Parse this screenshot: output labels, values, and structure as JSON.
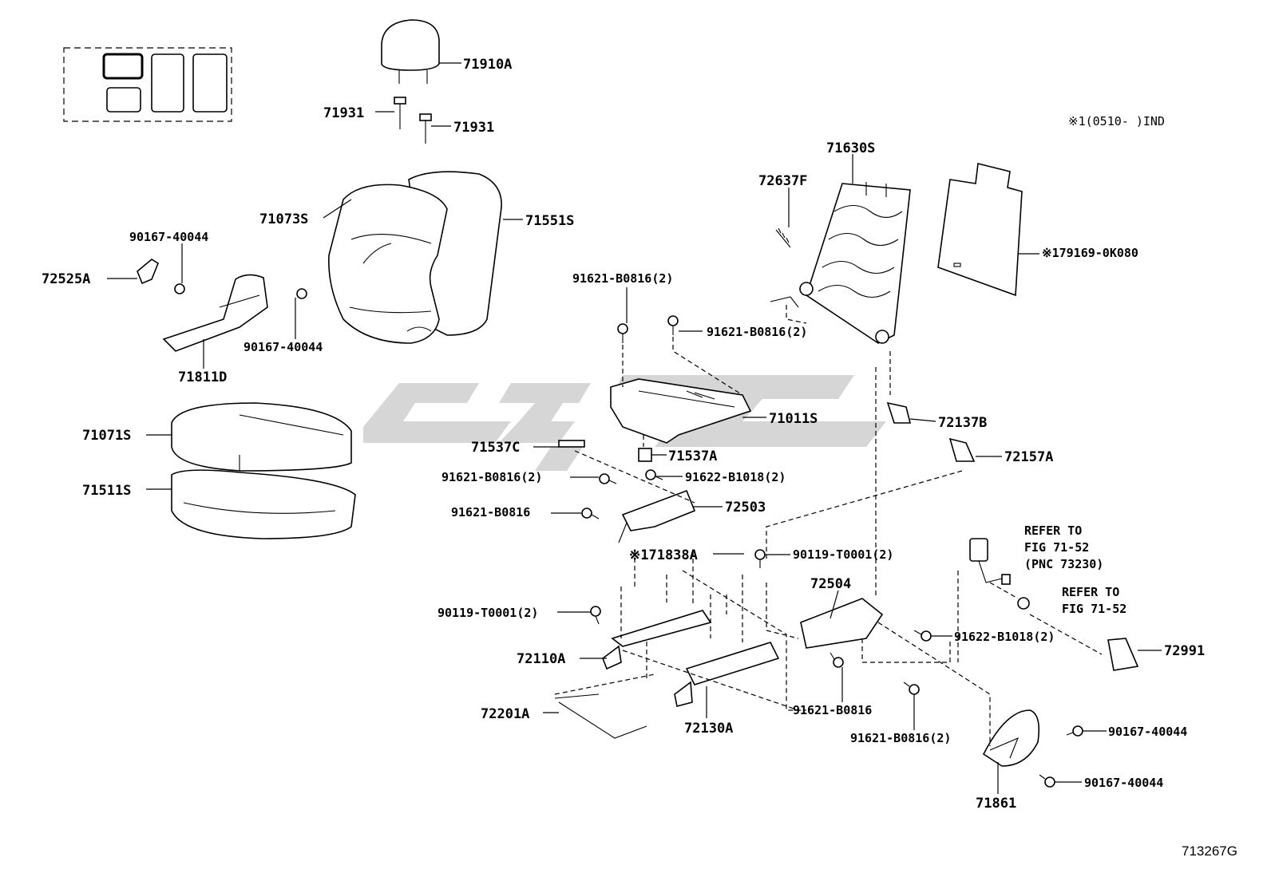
{
  "diagram": {
    "note": "※1(0510-    )IND",
    "figure_code": "713267G",
    "parts": {
      "p71910A": "71910A",
      "p71931a": "71931",
      "p71931b": "71931",
      "p71073S": "71073S",
      "p71551S": "71551S",
      "p90167_a": "90167-40044",
      "p72525A": "72525A",
      "p90167_b": "90167-40044",
      "p71811D": "71811D",
      "p71071S": "71071S",
      "p71511S": "71511S",
      "p71630S": "71630S",
      "p72637F": "72637F",
      "p79169": "※179169-0K080",
      "p91621_a": "91621-B0816(2)",
      "p91621_b": "91621-B0816(2)",
      "p71011S": "71011S",
      "p72137B": "72137B",
      "p71537C": "71537C",
      "p71537A": "71537A",
      "p72157A": "72157A",
      "p91621_c": "91621-B0816(2)",
      "p91622_a": "91622-B1018(2)",
      "p91621_d": "91621-B0816",
      "p72503": "72503",
      "p71838A": "※171838A",
      "p90119_a": "90119-T0001(2)",
      "p72504": "72504",
      "p90119_b": "90119-T0001(2)",
      "p72110A": "72110A",
      "p91622_b": "91622-B1018(2)",
      "p72991": "72991",
      "p72201A": "72201A",
      "p72130A": "72130A",
      "p91621_e": "91621-B0816",
      "p91621_f": "91621-B0816(2)",
      "p90167_c": "90167-40044",
      "p90167_d": "90167-40044",
      "p71861": "71861"
    },
    "refers": {
      "refer1_line1": "REFER TO",
      "refer1_line2": "FIG 71-52",
      "refer1_line3": "(PNC 73230)",
      "refer2_line1": "REFER TO",
      "refer2_line2": "FIG 71-52"
    }
  }
}
